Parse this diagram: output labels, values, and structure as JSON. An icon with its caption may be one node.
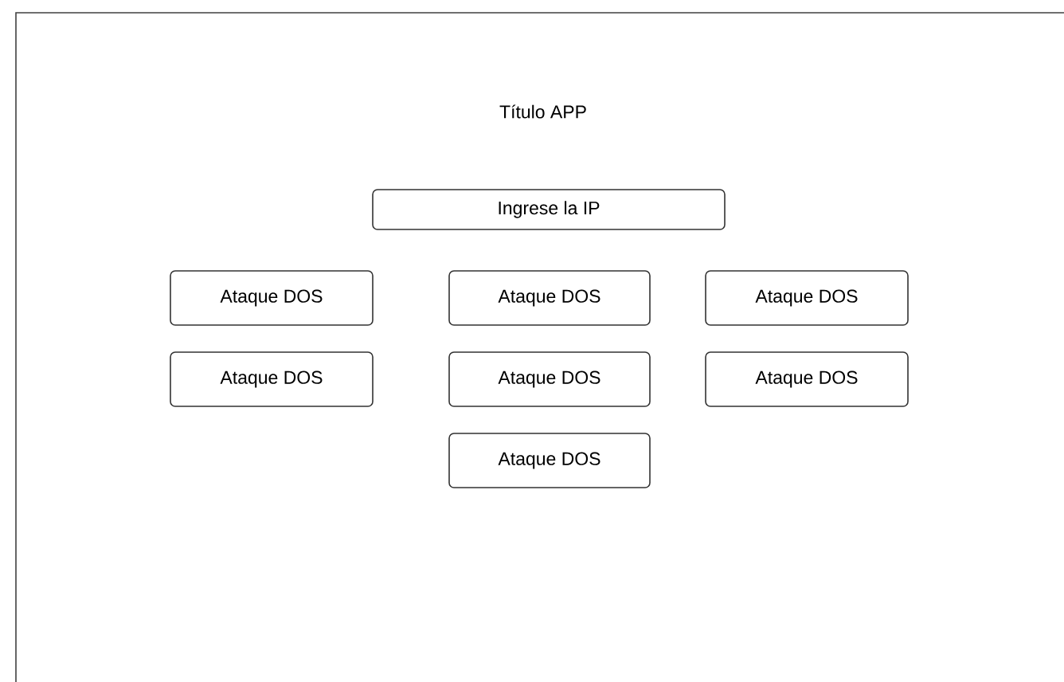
{
  "diagram": {
    "title": "Título APP",
    "nodes": [
      {
        "text": [
          "Ingrese la IP"
        ]
      },
      {
        "text": [
          "Ataque DOS"
        ]
      },
      {
        "text": [
          "Ataque DOS"
        ]
      },
      {
        "text": [
          "Ataque DOS"
        ]
      },
      {
        "text": [
          "Ataque DOS"
        ]
      },
      {
        "text": [
          "Ataque DOS"
        ]
      },
      {
        "text": [
          "Ataque DOS"
        ]
      },
      {
        "text": [
          "Ataque DOS"
        ]
      }
    ]
  }
}
